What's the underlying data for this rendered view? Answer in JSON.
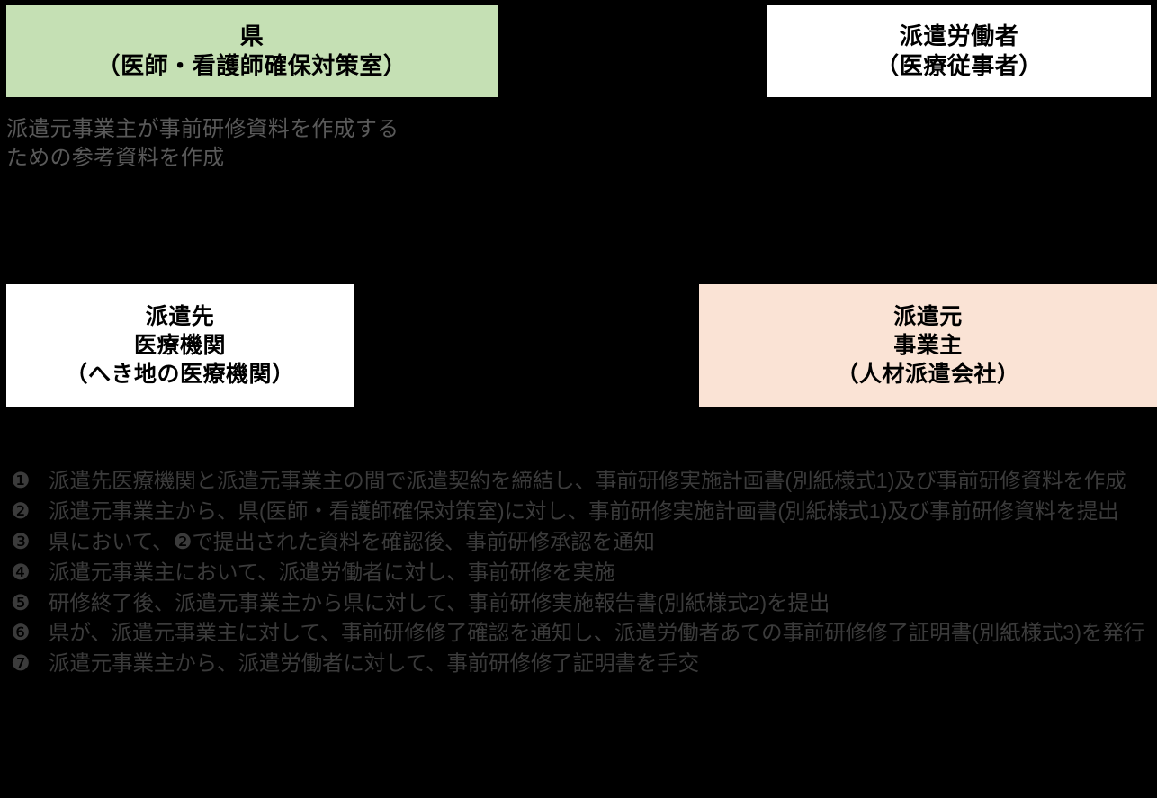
{
  "diagram": {
    "title_boxes": {
      "prefecture": {
        "lines": [
          "県",
          "（医師・看護師確保対策室）"
        ],
        "bg_color": "#c5e0b4"
      },
      "dispatched_worker": {
        "lines": [
          "派遣労働者",
          "（医療従事者）"
        ],
        "bg_color": "#ffffff"
      },
      "destination": {
        "lines": [
          "派遣先",
          "医療機関",
          "（へき地の医療機関）"
        ],
        "bg_color": "#ffffff"
      },
      "source": {
        "lines": [
          "派遣元",
          "事業主",
          "（人材派遣会社）"
        ],
        "bg_color": "#fae3d5"
      }
    },
    "prefecture_note": {
      "lines": [
        "派遣元事業主が事前研修資料を作成する",
        "ための参考資料を作成"
      ],
      "color": "#595959"
    },
    "steps": [
      {
        "marker": "❶",
        "text": "派遣先医療機関と派遣元事業主の間で派遣契約を締結し、事前研修実施計画書(別紙様式1)及び事前研修資料を作成"
      },
      {
        "marker": "❷",
        "text": "派遣元事業主から、県(医師・看護師確保対策室)に対し、事前研修実施計画書(別紙様式1)及び事前研修資料を提出"
      },
      {
        "marker": "❸",
        "text": "県において、❷で提出された資料を確認後、事前研修承認を通知"
      },
      {
        "marker": "❹",
        "text": "派遣元事業主において、派遣労働者に対し、事前研修を実施"
      },
      {
        "marker": "❺",
        "text": "研修終了後、派遣元事業主から県に対して、事前研修実施報告書(別紙様式2)を提出"
      },
      {
        "marker": "❻",
        "text": "県が、派遣元事業主に対して、事前研修修了確認を通知し、派遣労働者あての事前研修修了証明書(別紙様式3)を発行"
      },
      {
        "marker": "❼",
        "text": "派遣元事業主から、派遣労働者に対して、事前研修修了証明書を手交"
      }
    ],
    "background_color": "#000000",
    "text_color": "#3b3b3b"
  }
}
